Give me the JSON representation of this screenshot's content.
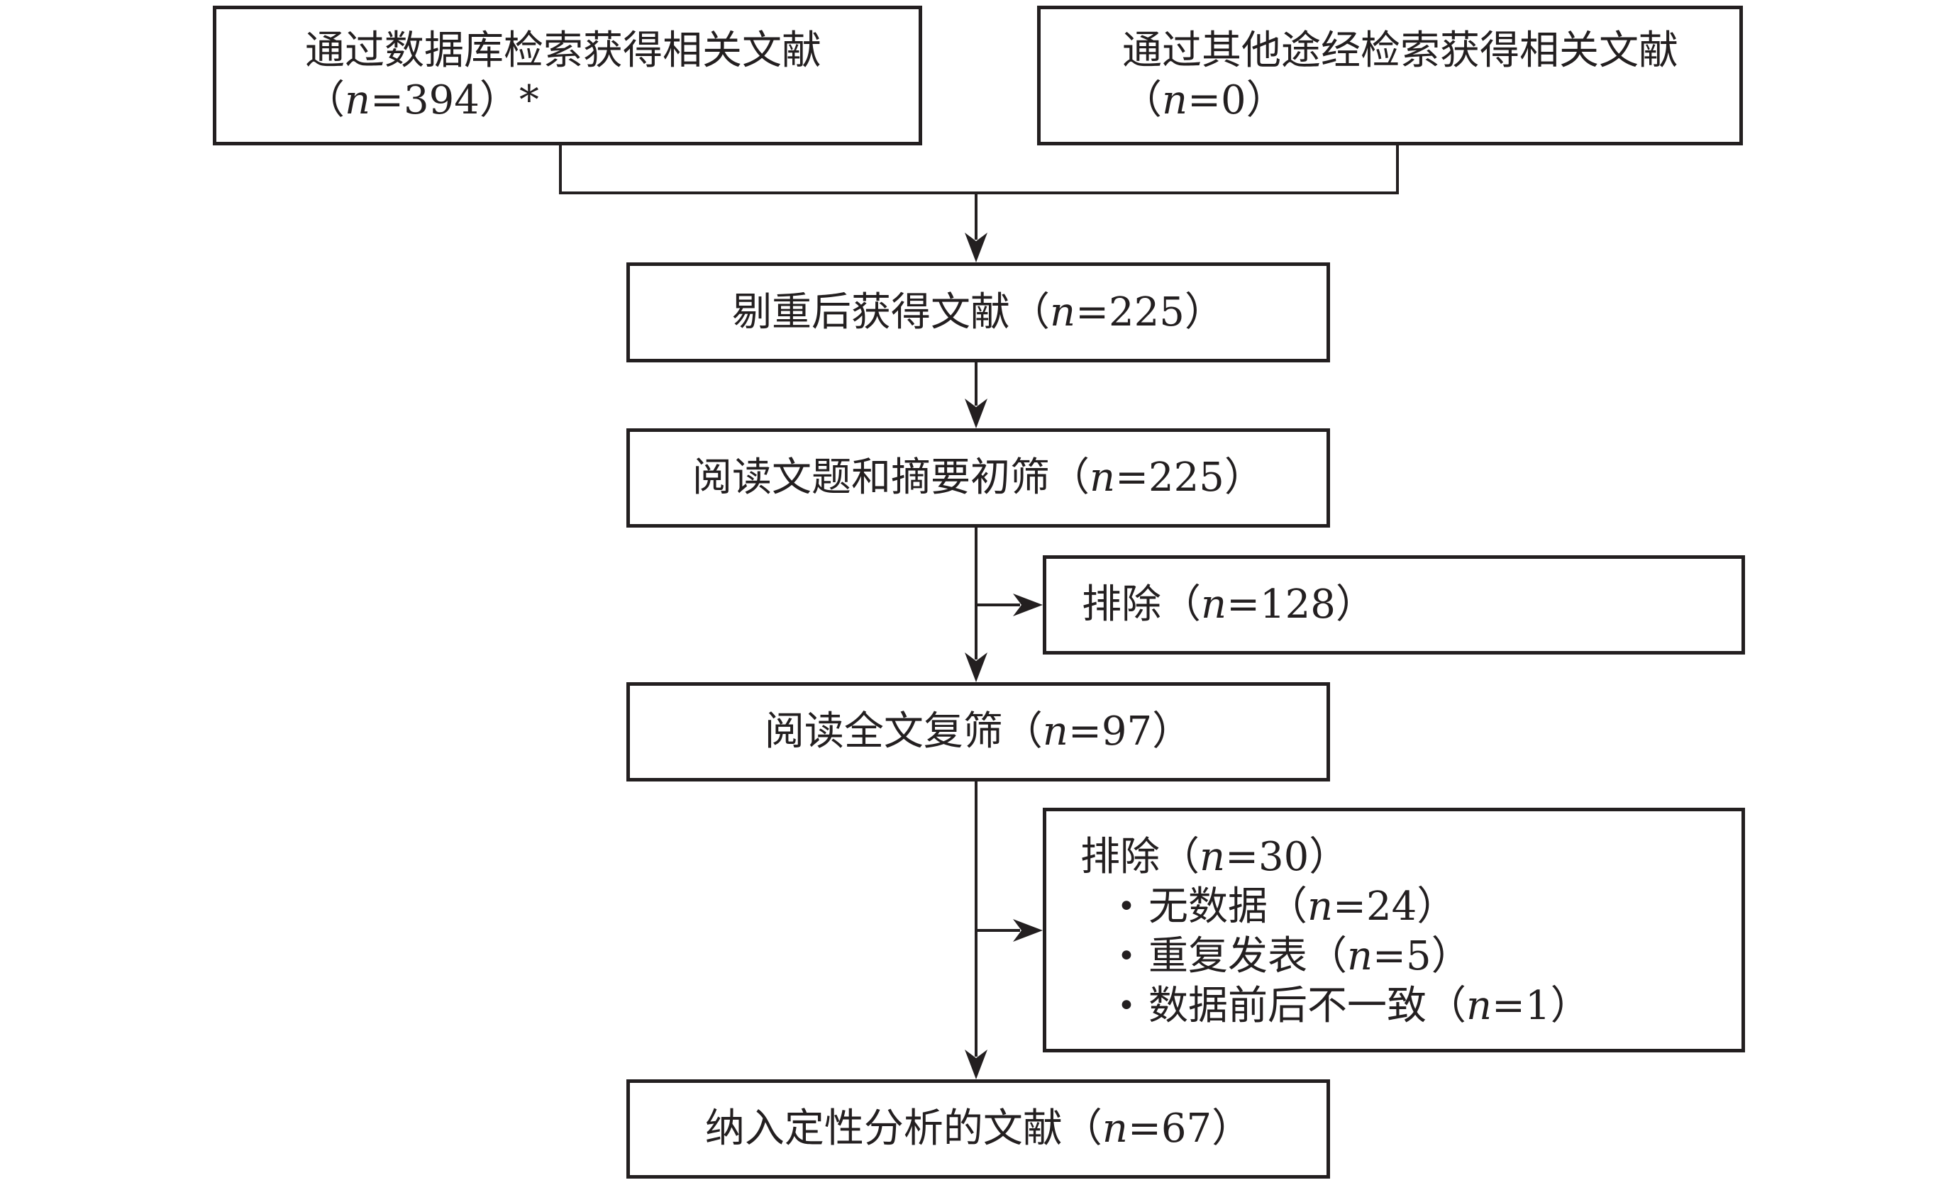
{
  "diagram": {
    "colors": {
      "line": "#231f20",
      "background": "#ffffff"
    },
    "nodes": {
      "db_search": {
        "line1": "通过数据库检索获得相关文献",
        "count_before": "（",
        "var": "n",
        "count_after": "=394）*"
      },
      "other_search": {
        "line1": "通过其他途经检索获得相关文献",
        "count_before": "（",
        "var": "n",
        "count_after": "=0）"
      },
      "dedupe": {
        "before": "剔重后获得文献（",
        "var": "n",
        "after": "=225）"
      },
      "title_abstract": {
        "before": "阅读文题和摘要初筛（",
        "var": "n",
        "after": "=225）"
      },
      "exclude_initial": {
        "before": "排除（",
        "var": "n",
        "after": "=128）"
      },
      "fulltext": {
        "before": "阅读全文复筛（",
        "var": "n",
        "after": "=97）"
      },
      "exclude_fulltext": {
        "header_before": "排除（",
        "var": "n",
        "header_after": "=30）",
        "items": [
          {
            "bullet": "•",
            "before": "无数据（",
            "var": "n",
            "after": "=24）"
          },
          {
            "bullet": "•",
            "before": "重复发表（",
            "var": "n",
            "after": "=5）"
          },
          {
            "bullet": "•",
            "before": "数据前后不一致（",
            "var": "n",
            "after": "=1）"
          }
        ]
      },
      "included": {
        "before": "纳入定性分析的文献（",
        "var": "n",
        "after": "=67）"
      }
    }
  }
}
